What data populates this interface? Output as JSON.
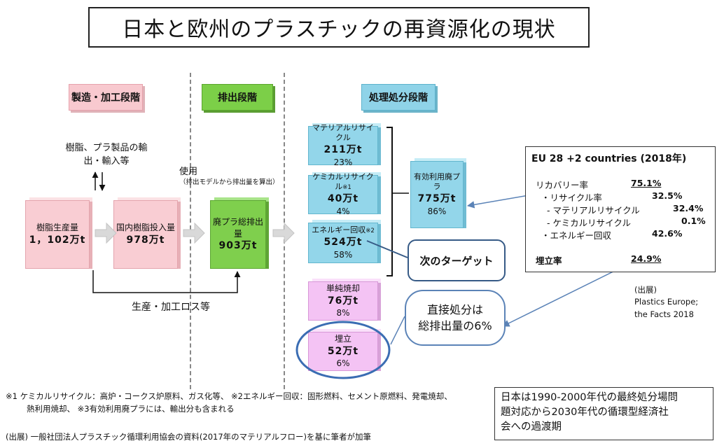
{
  "title": "日本と欧州のプラスチックの再資源化の現状",
  "stages": {
    "manufacturing": "製造・加工段階",
    "discharge": "排出段階",
    "treatment": "処理処分段階"
  },
  "flow": {
    "resin_production": {
      "label": "樹脂生産量",
      "value": "1，102万t"
    },
    "domestic_input": {
      "label": "国内樹脂投入量",
      "value": "978万t"
    },
    "waste_total": {
      "label": "廃プラ総排出量",
      "value": "903万t"
    },
    "trade_note_line1": "樹脂、プラ製品の輸",
    "trade_note_line2": "出・輸入等",
    "use_label": "使用",
    "use_sub": "（排出モデルから排出量を算出）",
    "loss_label": "生産・加工ロス等"
  },
  "treatment": {
    "material": {
      "label": "マテリアルリサイクル",
      "value": "211万t",
      "pct": "23%"
    },
    "chemical": {
      "label": "ケミカルリサイクル",
      "mark": "※1",
      "value": "40万t",
      "pct": "4%"
    },
    "energy": {
      "label": "エネルギー回収",
      "mark": "※2",
      "value": "524万t",
      "pct": "58%"
    },
    "incineration": {
      "label": "単純焼却",
      "value": "76万t",
      "pct": "8%"
    },
    "landfill": {
      "label": "埋立",
      "value": "52万t",
      "pct": "6%"
    },
    "effective": {
      "label": "有効利用廃プラ",
      "value": "775万t",
      "pct": "86%"
    }
  },
  "callouts": {
    "target": "次のターゲット",
    "direct_line1": "直接処分は",
    "direct_line2": "総排出量の6%"
  },
  "eu": {
    "header": "EU 28 +2 countries (2018年)",
    "recovery_label": "リカバリー率",
    "recovery_value": "75.1%",
    "recycle_label": "・リサイクル率",
    "recycle_value": "32.5%",
    "material_label": "- マテリアルリサイクル",
    "material_value": "32.4%",
    "chemical_label": "- ケミカルリサイクル",
    "chemical_value": "0.1%",
    "energy_label": "・エネルギー回収",
    "energy_value": "42.6%",
    "landfill_label": "埋立率",
    "landfill_value": "24.9%"
  },
  "source_eu": {
    "line1": "(出展)",
    "line2": "Plastics Europe;",
    "line3": "the Facts 2018"
  },
  "footnotes": {
    "line1": "※1 ケミカルリサイクル：高炉・コークス炉原料、ガス化等、 ※2エネルギー回収：固形燃料、セメント原燃料、発電焼却、",
    "line2": "熱利用焼却、 ※3有効利用廃プラには、輸出分も含まれる",
    "source": "(出展) 一般社団法人プラスチック循環利用協会の資料(2017年のマテリアルフロー)を基に筆者が加筆"
  },
  "note": {
    "line1": "日本は1990-2000年代の最終処分場問",
    "line2": "題対応から2030年代の循環型経済社",
    "line3": "会への過渡期"
  }
}
